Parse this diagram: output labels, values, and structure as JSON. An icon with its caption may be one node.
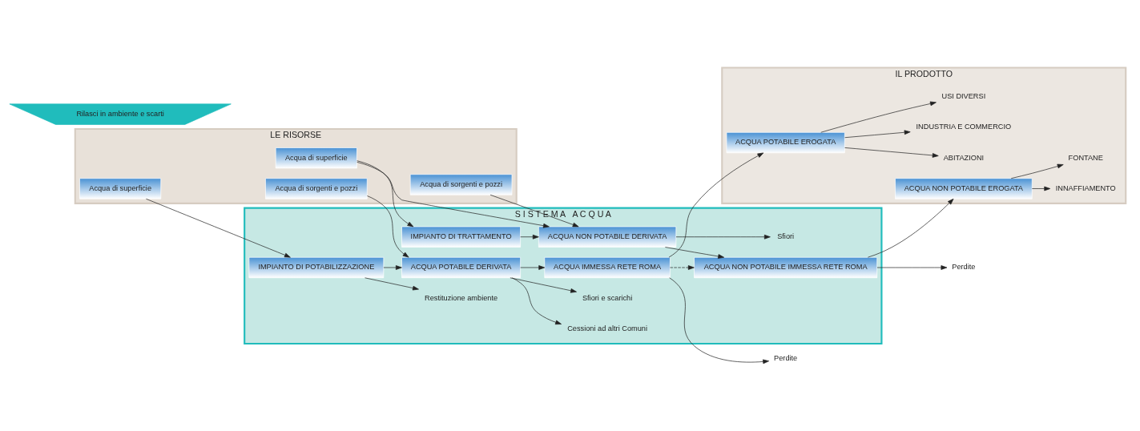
{
  "diagram": {
    "nodes": [
      {
        "text": [
          "LE RISORSE"
        ]
      },
      {
        "text": [
          "S I S T E M A   A C Q U A"
        ]
      },
      {
        "text": [
          "IL PRODOTTO"
        ]
      },
      {
        "text": [
          "Acqua di sorgenti e pozzi"
        ],
        "in": 0
      },
      {
        "text": [
          "Acqua di superficie"
        ],
        "in": 0
      },
      {
        "text": [
          "Acqua di sorgenti e pozzi"
        ],
        "in": 0
      },
      {
        "text": [
          "Acqua di superficie"
        ],
        "in": 0
      },
      {
        "text": [
          "IMPIANTO DI POTABILIZZAZIONE"
        ],
        "in": 1
      },
      {
        "text": [
          "ACQUA POTABILE DERIVATA"
        ],
        "in": 1
      },
      {
        "text": [
          "ACQUA IMMESSA RETE ROMA"
        ],
        "in": 1
      },
      {
        "text": [
          "Cessioni ad altri Comuni"
        ],
        "in": 1
      },
      {
        "text": [
          "Sfiori e scarichi"
        ],
        "in": 1
      },
      {
        "text": [
          "Restituzione ambiente"
        ],
        "in": 1
      },
      {
        "text": [
          "IMPIANTO DI TRATTAMENTO"
        ],
        "in": 1
      },
      {
        "text": [
          "ACQUA NON POTABILE DERIVATA"
        ],
        "in": 1
      },
      {
        "text": [
          "ACQUA NON POTABILE IMMESSA RETE ROMA"
        ],
        "in": 1
      },
      {
        "text": [
          "Sfiori"
        ],
        "in": 1
      },
      {
        "text": [
          "Perdite"
        ]
      },
      {
        "text": [
          "Perdite"
        ]
      },
      {
        "text": [
          "ACQUA POTABILE EROGATA"
        ],
        "in": 2
      },
      {
        "text": [
          "ABITAZIONI"
        ],
        "in": 2
      },
      {
        "text": [
          "INDUSTRIA E COMMERCIO"
        ],
        "in": 2
      },
      {
        "text": [
          "USI DIVERSI"
        ],
        "in": 2
      },
      {
        "text": [
          "ACQUA NON POTABILE EROGATA"
        ],
        "in": 2
      },
      {
        "text": [
          "INNAFFIAMENTO"
        ],
        "in": 2
      },
      {
        "text": [
          "FONTANE"
        ],
        "in": 2
      },
      {
        "text": [
          "Rilasci in ambiente e scarti"
        ]
      }
    ],
    "edges": [
      {
        "from": 3,
        "to": 8,
        "arrow": "to"
      },
      {
        "from": 4,
        "to": 7,
        "arrow": "to"
      },
      {
        "from": 7,
        "to": 8,
        "arrow": "to"
      },
      {
        "from": 7,
        "to": 12,
        "arrow": "to"
      },
      {
        "from": 8,
        "to": 10,
        "arrow": "to"
      },
      {
        "from": 8,
        "to": 9,
        "arrow": "to"
      },
      {
        "from": 8,
        "to": 11,
        "arrow": "to"
      },
      {
        "from": 9,
        "to": 19,
        "arrow": "to"
      },
      {
        "from": 9,
        "to": 17,
        "arrow": "to"
      },
      {
        "from": 9,
        "to": 15,
        "arrow": "to",
        "style": "dashed"
      },
      {
        "from": 19,
        "to": 20,
        "arrow": "to"
      },
      {
        "from": 19,
        "to": 21,
        "arrow": "to"
      },
      {
        "from": 19,
        "to": 22,
        "arrow": "to"
      },
      {
        "from": 5,
        "to": 14,
        "arrow": "to"
      },
      {
        "from": 6,
        "to": 13,
        "arrow": "to"
      },
      {
        "from": 13,
        "to": 14,
        "arrow": "to"
      },
      {
        "from": 6,
        "to": 14,
        "arrow": "to"
      },
      {
        "from": 14,
        "to": 15,
        "arrow": "to"
      },
      {
        "from": 14,
        "to": 16,
        "arrow": "to"
      },
      {
        "from": 15,
        "to": 23,
        "arrow": "to"
      },
      {
        "from": 15,
        "to": 18,
        "arrow": "to"
      },
      {
        "from": 23,
        "to": 24,
        "arrow": "to"
      },
      {
        "from": 23,
        "to": 25,
        "arrow": "to"
      }
    ]
  }
}
